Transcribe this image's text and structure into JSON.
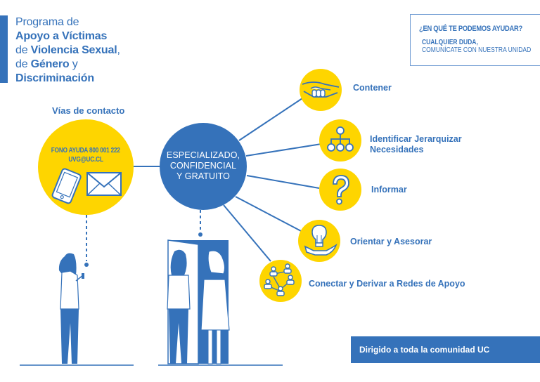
{
  "title": {
    "line1_regular": "Programa de",
    "line2_bold": "Apoyo a Víctimas",
    "line3_regular": "de ",
    "line3_bold": "Violencia Sexual",
    "line3_tail": ",",
    "line4_regular": "de ",
    "line4_bold": "Género",
    "line4_tail": " y",
    "line5_bold": "Discriminación"
  },
  "help_box": {
    "question": "¿EN QUÉ TE PODEMOS AYUDAR?",
    "answer_bold": "CUALQUIER DUDA,",
    "answer_regular": "COMUNÍCATE CON NUESTRA UNIDAD"
  },
  "contact": {
    "heading": "Vías de contacto",
    "phone": "FONO AYUDA 800 001 222",
    "email": "UVG@UC.CL",
    "icons": [
      "tablet-icon",
      "envelope-icon"
    ]
  },
  "center": {
    "line1": "ESPECIALIZADO,",
    "line2": "CONFIDENCIAL",
    "line3": "Y GRATUITO"
  },
  "services": [
    {
      "label": "Contener",
      "icon": "handshake-icon"
    },
    {
      "label": "Identificar Jerarquizar",
      "label2": "Necesidades",
      "icon": "hierarchy-icon"
    },
    {
      "label": "Informar",
      "icon": "question-mark-icon"
    },
    {
      "label": "Orientar y Asesorar",
      "icon": "lightbulb-hand-icon"
    },
    {
      "label": "Conectar y Derivar a Redes de Apoyo",
      "icon": "network-people-icon"
    }
  ],
  "banner": {
    "text": "Dirigido a toda la comunidad UC"
  },
  "colors": {
    "primary_blue": "#3572ba",
    "accent_yellow": "#fed500",
    "white": "#ffffff"
  }
}
